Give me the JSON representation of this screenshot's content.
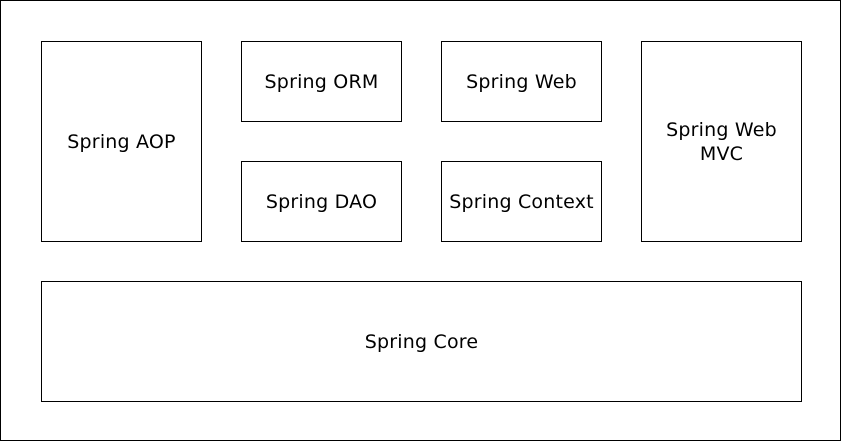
{
  "diagram": {
    "modules": {
      "aop": {
        "label": "Spring AOP"
      },
      "orm": {
        "label": "Spring ORM"
      },
      "web": {
        "label": "Spring Web"
      },
      "web_mvc": {
        "label": "Spring Web\nMVC"
      },
      "dao": {
        "label": "Spring DAO"
      },
      "context": {
        "label": "Spring Context"
      },
      "core": {
        "label": "Spring Core"
      }
    }
  }
}
